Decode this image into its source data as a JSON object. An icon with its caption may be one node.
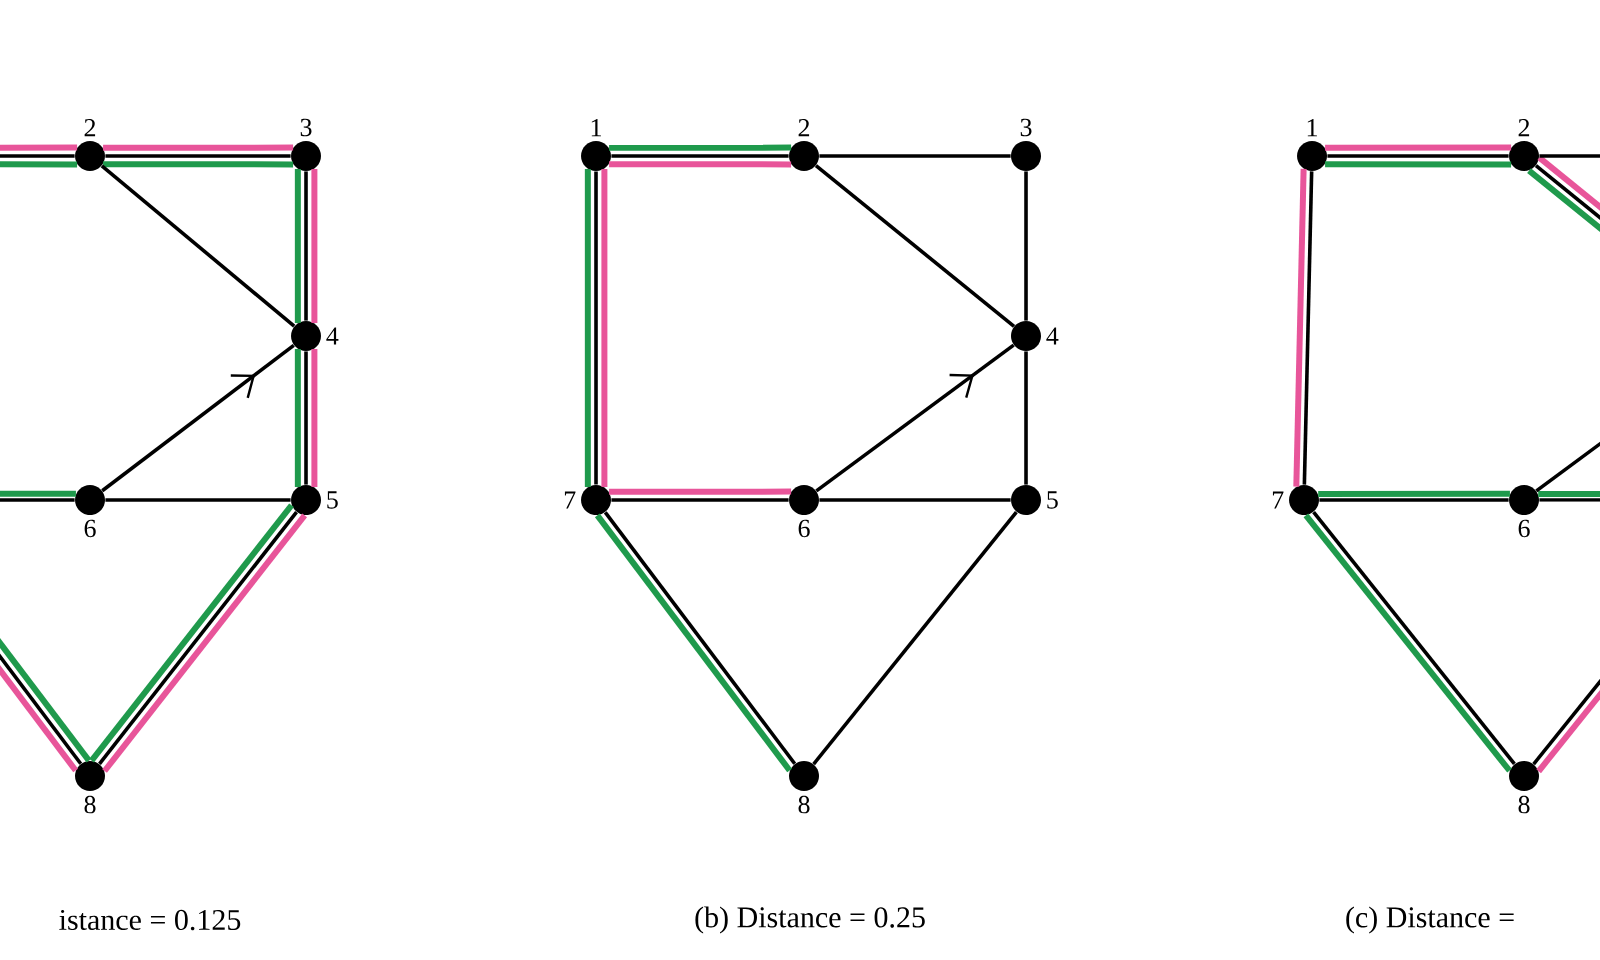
{
  "diagram": {
    "nodes": [
      {
        "text": [],
        "shape": "circle",
        "beside": [
          "2"
        ]
      },
      {
        "text": [],
        "shape": "circle",
        "beside": [
          "3"
        ]
      },
      {
        "text": [],
        "shape": "circle",
        "beside": [
          "4"
        ]
      },
      {
        "text": [],
        "shape": "circle",
        "beside": [
          "5"
        ]
      },
      {
        "text": [],
        "shape": "circle",
        "beside": [
          "6"
        ]
      },
      {
        "text": [],
        "shape": "circle",
        "beside": [
          "8"
        ]
      },
      {
        "text": [],
        "shape": "circle",
        "beside": [
          "1"
        ]
      },
      {
        "text": [],
        "shape": "circle",
        "beside": [
          "2"
        ]
      },
      {
        "text": [],
        "shape": "circle",
        "beside": [
          "3"
        ]
      },
      {
        "text": [],
        "shape": "circle",
        "beside": [
          "4"
        ]
      },
      {
        "text": [],
        "shape": "circle",
        "beside": [
          "5"
        ]
      },
      {
        "text": [],
        "shape": "circle",
        "beside": [
          "6"
        ]
      },
      {
        "text": [],
        "shape": "circle",
        "beside": [
          "7"
        ]
      },
      {
        "text": [],
        "shape": "circle",
        "beside": [
          "8"
        ]
      },
      {
        "text": [],
        "shape": "circle",
        "beside": [
          "1"
        ]
      },
      {
        "text": [],
        "shape": "circle",
        "beside": [
          "2"
        ]
      },
      {
        "text": [],
        "shape": "circle",
        "beside": [
          "6"
        ]
      },
      {
        "text": [],
        "shape": "circle",
        "beside": [
          "7"
        ]
      },
      {
        "text": [],
        "shape": "circle",
        "beside": [
          "8"
        ]
      }
    ],
    "edges": [
      {
        "from": 0,
        "to": 1,
        "arrow": "none"
      },
      {
        "from": 0,
        "to": 2,
        "arrow": "none"
      },
      {
        "from": 1,
        "to": 2,
        "arrow": "none"
      },
      {
        "from": 2,
        "to": 3,
        "arrow": "none"
      },
      {
        "from": 4,
        "to": 2,
        "arrow": "to"
      },
      {
        "from": 4,
        "to": 3,
        "arrow": "none"
      },
      {
        "from": 3,
        "to": 5,
        "arrow": "none"
      },
      {
        "from": 0,
        "to": null,
        "arrow": "none"
      },
      {
        "from": 4,
        "to": null,
        "arrow": "none"
      },
      {
        "from": 5,
        "to": null,
        "arrow": "none"
      },
      {
        "from": 6,
        "to": 7,
        "arrow": "none"
      },
      {
        "from": 7,
        "to": 8,
        "arrow": "none"
      },
      {
        "from": 7,
        "to": 9,
        "arrow": "none"
      },
      {
        "from": 8,
        "to": 9,
        "arrow": "none"
      },
      {
        "from": 9,
        "to": 10,
        "arrow": "none"
      },
      {
        "from": 11,
        "to": 9,
        "arrow": "to"
      },
      {
        "from": 11,
        "to": 10,
        "arrow": "none"
      },
      {
        "from": 12,
        "to": 11,
        "arrow": "none"
      },
      {
        "from": 6,
        "to": 12,
        "arrow": "none"
      },
      {
        "from": 12,
        "to": 13,
        "arrow": "none"
      },
      {
        "from": 13,
        "to": 10,
        "arrow": "none"
      },
      {
        "from": 14,
        "to": 15,
        "arrow": "none"
      },
      {
        "from": 14,
        "to": 17,
        "arrow": "none"
      },
      {
        "from": 17,
        "to": 16,
        "arrow": "none"
      },
      {
        "from": 17,
        "to": 18,
        "arrow": "none"
      },
      {
        "from": 15,
        "to": null,
        "arrow": "none"
      },
      {
        "from": 15,
        "to": null,
        "arrow": "none"
      },
      {
        "from": 16,
        "to": null,
        "arrow": "none"
      },
      {
        "from": 16,
        "to": null,
        "arrow": "none"
      },
      {
        "from": 18,
        "to": null,
        "arrow": "none"
      },
      {
        "from": null,
        "to": 0,
        "arrow": "none",
        "color": "#e8559a"
      },
      {
        "from": 0,
        "to": 1,
        "arrow": "none",
        "color": "#e8559a"
      },
      {
        "from": 1,
        "to": 2,
        "arrow": "none",
        "color": "#e8559a"
      },
      {
        "from": 2,
        "to": 3,
        "arrow": "none",
        "color": "#e8559a"
      },
      {
        "from": 3,
        "to": 5,
        "arrow": "none",
        "color": "#e8559a"
      },
      {
        "from": 5,
        "to": null,
        "arrow": "none",
        "color": "#e8559a"
      },
      {
        "from": null,
        "to": 0,
        "arrow": "none",
        "color": "#1f9a4c"
      },
      {
        "from": 0,
        "to": 1,
        "arrow": "none",
        "color": "#1f9a4c"
      },
      {
        "from": 1,
        "to": 2,
        "arrow": "none",
        "color": "#1f9a4c"
      },
      {
        "from": 2,
        "to": 3,
        "arrow": "none",
        "color": "#1f9a4c"
      },
      {
        "from": 3,
        "to": 5,
        "arrow": "none",
        "color": "#1f9a4c"
      },
      {
        "from": 5,
        "to": null,
        "arrow": "none",
        "color": "#1f9a4c"
      },
      {
        "from": 4,
        "to": null,
        "arrow": "none",
        "color": "#1f9a4c"
      },
      {
        "from": 7,
        "to": 6,
        "arrow": "none",
        "color": "#e8559a"
      },
      {
        "from": 6,
        "to": 12,
        "arrow": "none",
        "color": "#e8559a"
      },
      {
        "from": 12,
        "to": 11,
        "arrow": "none",
        "color": "#e8559a"
      },
      {
        "from": 7,
        "to": 6,
        "arrow": "none",
        "color": "#1f9a4c"
      },
      {
        "from": 6,
        "to": 12,
        "arrow": "none",
        "color": "#1f9a4c"
      },
      {
        "from": 12,
        "to": 13,
        "arrow": "none",
        "color": "#1f9a4c"
      },
      {
        "from": 17,
        "to": 14,
        "arrow": "none",
        "color": "#e8559a"
      },
      {
        "from": 14,
        "to": 15,
        "arrow": "none",
        "color": "#e8559a"
      },
      {
        "from": 15,
        "to": null,
        "arrow": "none",
        "color": "#e8559a"
      },
      {
        "from": 18,
        "to": null,
        "arrow": "none",
        "color": "#e8559a"
      },
      {
        "from": 14,
        "to": 15,
        "arrow": "none",
        "color": "#1f9a4c"
      },
      {
        "from": 15,
        "to": null,
        "arrow": "none",
        "color": "#1f9a4c"
      },
      {
        "from": 17,
        "to": 16,
        "arrow": "none",
        "color": "#1f9a4c"
      },
      {
        "from": 16,
        "to": null,
        "arrow": "none",
        "color": "#1f9a4c"
      },
      {
        "from": 17,
        "to": 18,
        "arrow": "none",
        "color": "#1f9a4c"
      }
    ],
    "labels": [
      "istance = 0.125",
      "(b) Distance = 0.25",
      "(c) Distance ="
    ]
  }
}
